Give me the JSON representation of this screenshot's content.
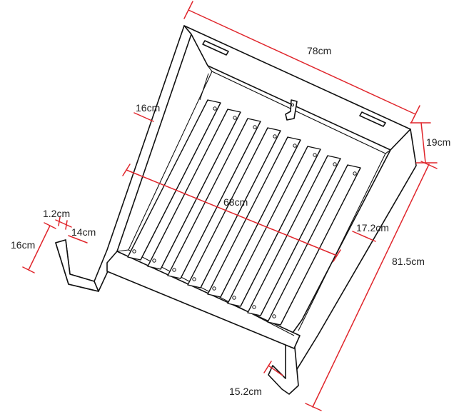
{
  "dimensions": {
    "width_top": "78cm",
    "depth_right": "81.5cm",
    "wall_height_right": "19cm",
    "inner_span": "68cm",
    "side_board_width": "16cm",
    "front_height": "16cm",
    "board_thickness": "1.2cm",
    "front_inner": "14cm",
    "right_gap": "17.2cm",
    "bottom_gap": "15.2cm"
  },
  "colors": {
    "dimension_line": "#e0262c",
    "outline": "#111111",
    "label": "#222222"
  }
}
